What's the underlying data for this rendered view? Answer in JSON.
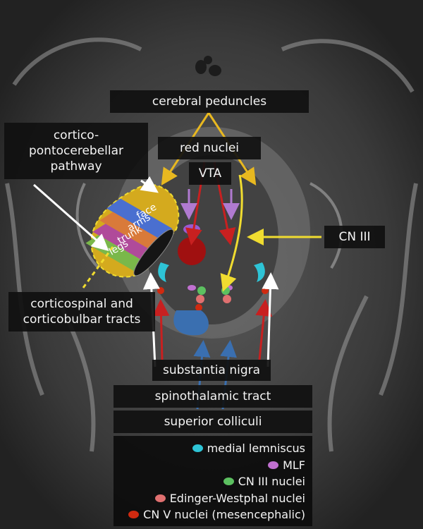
{
  "labels": {
    "cerebral_peduncles": "cerebral peduncles",
    "red_nuclei": "red nuclei",
    "vta": "VTA",
    "cortico_pathway": [
      "cortico-",
      "pontocerebellar",
      "pathway"
    ],
    "cn3": "CN III",
    "corticospinal": [
      "corticospinal and",
      "corticobulbar tracts"
    ],
    "substantia_nigra": "substantia nigra",
    "spinothalamic": "spinothalamic tract",
    "superior_colliculi": "superior colliculi"
  },
  "somatotopy": [
    "face",
    "arms",
    "trunk",
    "legs"
  ],
  "legend": [
    {
      "label": "medial lemniscus",
      "color": "#2ec4d6"
    },
    {
      "label": "MLF",
      "color": "#c070d0"
    },
    {
      "label": "CN III nuclei",
      "color": "#5cc060"
    },
    {
      "label": "Edinger-Westphal nuclei",
      "color": "#e07070"
    },
    {
      "label": "CN V nuclei (mesencephalic)",
      "color": "#d02a10"
    }
  ],
  "colors": {
    "peduncle": "#d4aa1e",
    "face": "#4a6fd0",
    "arms": "#d97a3a",
    "trunk": "#b04a9a",
    "legs": "#7ab84a",
    "red_nucleus": "#a01010",
    "superior_colliculus": "#3a6fb0",
    "cn3_arrow": "#f0dc30",
    "vta_arrow": "#b07ad0"
  }
}
